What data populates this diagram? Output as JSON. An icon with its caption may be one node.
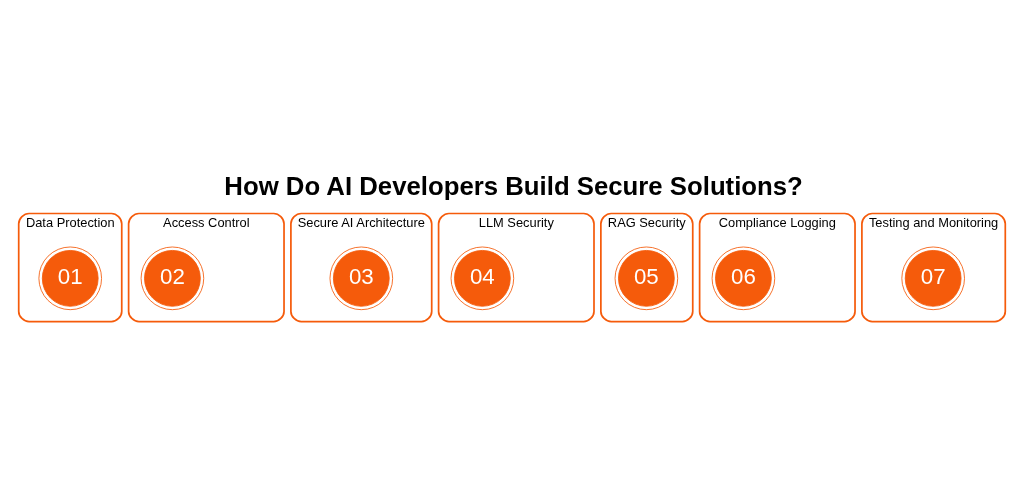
{
  "diagram": {
    "title": "How Do AI Developers Build Secure Solutions?",
    "nodes": [
      {
        "text": [
          "Data Protection"
        ]
      },
      {
        "text": [
          "01"
        ],
        "in": 0
      },
      {
        "text": [
          "Access Control"
        ]
      },
      {
        "text": [
          "02"
        ],
        "in": 2
      },
      {
        "text": [
          "Secure AI Architecture"
        ]
      },
      {
        "text": [
          "03"
        ],
        "in": 4
      },
      {
        "text": [
          "LLM Security"
        ]
      },
      {
        "text": [
          "04"
        ],
        "in": 6
      },
      {
        "text": [
          "RAG Security"
        ]
      },
      {
        "text": [
          "05"
        ],
        "in": 8
      },
      {
        "text": [
          "Compliance Logging"
        ]
      },
      {
        "text": [
          "06"
        ],
        "in": 10
      },
      {
        "text": [
          "Testing and Monitoring"
        ]
      },
      {
        "text": [
          "07"
        ],
        "in": 12
      }
    ],
    "edges": []
  }
}
